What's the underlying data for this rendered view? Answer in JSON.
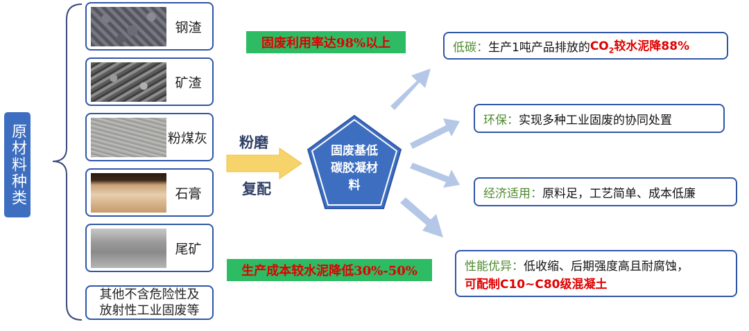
{
  "side_label": "原材料种类",
  "materials": [
    {
      "label": "钢渣",
      "photo": "steel-slag-photo"
    },
    {
      "label": "矿渣",
      "photo": "slag-photo"
    },
    {
      "label": "粉煤灰",
      "photo": "fly-ash-photo"
    },
    {
      "label": "石膏",
      "photo": "gypsum-photo"
    },
    {
      "label": "尾矿",
      "photo": "tailings-photo"
    }
  ],
  "other_materials": {
    "line1": "其他不含危险性及",
    "line2": "放射性工业固废等"
  },
  "process": {
    "top": "粉磨",
    "bottom": "复配"
  },
  "core": {
    "line1": "固废基低",
    "line2": "碳胶凝材",
    "line3": "料"
  },
  "highlights": {
    "utilization": "固废利用率达98%以上",
    "cost": "生产成本较水泥降低30%-50%"
  },
  "benefits": [
    {
      "heading": "低碳：",
      "text": "生产1吨产品排放的",
      "highlight_pre": "CO",
      "highlight_sub": "2",
      "highlight_post": "较水泥降88%"
    },
    {
      "heading": "环保：",
      "text": "实现多种工业固废的协同处置"
    },
    {
      "heading": "经济适用：",
      "text": "原料足，工艺简单、成本低廉"
    },
    {
      "heading": "性能优异：",
      "text": "低收缩、后期强度高且耐腐蚀，",
      "highlight": "可配制C10~C80级混凝土"
    }
  ],
  "colors": {
    "blue": "#2f55a7",
    "green_box": "#2dbb63",
    "red": "#e00000",
    "arrow_blue": "#b4c7e7",
    "arrow_yellow": "#f6d36b"
  }
}
